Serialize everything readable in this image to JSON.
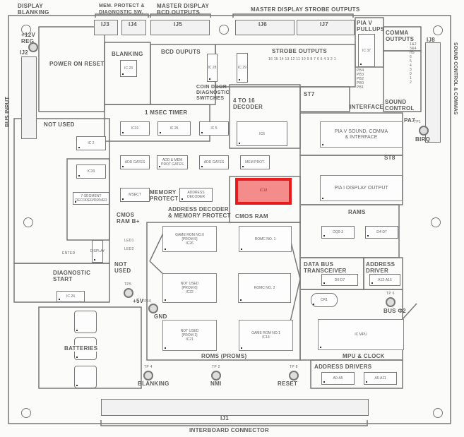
{
  "top_labels": {
    "display_blanking": "DISPLAY\nBLANKING",
    "mem_protect": "MEM. PROTECT &\nDIAGNOSTIC SW.",
    "master_bcd": "MASTER DISPLAY\nBCD OUTPUTS",
    "master_strobe": "MASTER DISPLAY STROBE OUTPUTS"
  },
  "connectors": {
    "ij1": "IJ1",
    "ij2": "IJ2",
    "ij3": "IJ3",
    "ij4": "IJ4",
    "ij5": "IJ5",
    "ij6": "IJ6",
    "ij7": "IJ7",
    "ij8": "IJ8"
  },
  "side_labels": {
    "bus_input": "BUS INPUT",
    "sound_control_commas": "SOUND CONTROL & COMMAS",
    "interboard": "INTERBOARD CONNECTOR"
  },
  "regions": {
    "reg12v": "+12V\nREG",
    "power_on_reset": "POWER ON RESET",
    "blanking": "BLANKING",
    "bcd_outputs": "BCD OUPUTS",
    "coin_door": "COIN DOOR\nDIAGNOSTIC\nSWITCHES",
    "strobe_outputs": "STROBE OUTPUTS",
    "strobe_numbers": "16 15 14 13 12 11 10 9 8 7 6 5 4 3 2 1",
    "pia_v_pullups": "PIA V\nPULLUPS",
    "comma_outputs": "COMMA\nOUTPUTS",
    "interface": "INTERFACE",
    "sound_control": "SOUND\nCONTROL",
    "st7": "ST7",
    "msec_timer": "1 MSEC TIMER",
    "decoder_4_16": "4 TO 16\nDECODER",
    "not_used_top": "NOT USED",
    "addr_decoder_mem_protect": "ADDRESS DECODER\n& MEMORY PROTECT",
    "cmos_ram": "CMOS RAM",
    "memory_protect": "MEMORY\nPROTECT",
    "cmos_ram_bplus": "CMOS\nRAM B+",
    "pa7": "PA7",
    "birq": "BIRQ",
    "st8": "ST8",
    "rams": "RAMS",
    "data_bus_transceiver": "DATA BUS\nTRANSCEIVER",
    "address_driver": "ADDRESS\nDRIVER",
    "bus_phi2": "BUS Φ2",
    "mpu_clock": "MPU & CLOCK",
    "address_drivers": "ADDRESS DRIVERS",
    "roms": "ROMS (PROMS)",
    "not_used_left": "NOT\nUSED",
    "plus5v": "+5V",
    "gnd": "GND",
    "batteries": "BATTERIES",
    "blanking_tp": "BLANKING",
    "nmi": "NMI",
    "reset": "RESET",
    "diagnostic_start": "DIAGNOSTIC\nSTART",
    "enter": "ENTER",
    "led1": "LED1",
    "led2": "LED2",
    "cr1": "CR1",
    "comma_list": "1&2\n3&4\nH5\n6\n5\n4\n3\n0\n1\n2",
    "pb_list": "PB4\nPB3\nPB2\nPB0\nPB1"
  },
  "chips": {
    "ic23": "IC 23",
    "ic28": "IC 28",
    "ic29": "IC 29",
    "ic37": "IC 37",
    "ic31": "IC31",
    "ic25": "IC 25",
    "ic5": "IC 5",
    "ic6": "IC6",
    "ic2": "IC 2",
    "ic33": "IC33",
    "seven_seg": "7-SEGMENT\nDECODER/DRIVER",
    "ic24": "IC 24",
    "display": "DISPLAY",
    "add_gates1": "ADD GATES",
    "add_mem_prot": "ADD & MEM\nPROT GATES",
    "add_gates2": "ADD GATES",
    "mem_prot": "MEM PROT.",
    "msect": "MSECT",
    "address_decoder": "ADDRESS\nDECODER",
    "ic18": "IC18",
    "pia_v": "PIA V SOUND, COMMA\n& INTERFACE",
    "pia_i": "PIA I DISPLAY OUTPUT",
    "dq0_3": "DQ0-3",
    "dq4_7": "D4-D7",
    "ic26": "GAME ROM NO.0\n[PROM 5]\nIC26",
    "rom1": "ROMC NO. 1",
    "ic22": "NOT USED\n[PROM 6]\nIC22",
    "rom2": "ROMC NO. 2",
    "ic21": "NOT USED\n[PROM 1]\nIC21",
    "ic14": "GAME ROM NO.1\nIC14",
    "d0_d7": "D0-D7",
    "a12_a15": "A12-A15",
    "mpu": "IC MPU",
    "a0_a5": "A0-A5",
    "a6_a11": "A6-A11"
  },
  "test_points": {
    "tp1": "TP1",
    "tp2": "TP 2",
    "tp4": "TP 4",
    "tp5": "TP5",
    "tp6": "TP 6",
    "tp8": "TP 8",
    "tp10": "TP10"
  },
  "highlight": {
    "target": "IC18",
    "color": "#e81c1c"
  }
}
